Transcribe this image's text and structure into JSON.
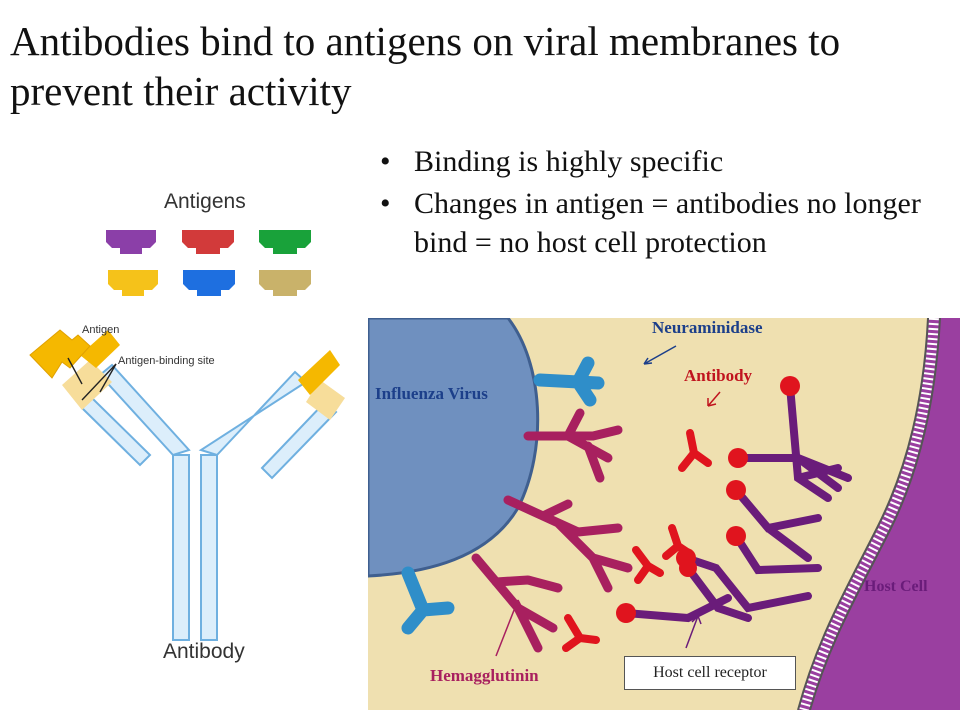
{
  "slide": {
    "title": "Antibodies bind to antigens on viral membranes to prevent their activity",
    "bullets": [
      "Binding is highly specific",
      "Changes in antigen = antibodies no longer bind = no host cell protection"
    ],
    "bullet_symbol": "•"
  },
  "antibody_diagram": {
    "antigens_label": "Antigens",
    "antigen_label": "Antigen",
    "binding_site_label": "Antigen-binding site",
    "antibody_label": "Antibody",
    "antigen_colors": [
      "#8b3fa8",
      "#d23a3a",
      "#19a23a",
      "#f5c21a",
      "#1e6fe0",
      "#c9b26a"
    ]
  },
  "flu_diagram": {
    "neuraminidase_label": "Neuraminidase",
    "antibody_label": "Antibody",
    "virus_label": "Influenza Virus",
    "host_cell_label": "Host Cell",
    "hemagglutinin_label": "Hemagglutinin",
    "receptor_label": "Host cell receptor",
    "colors": {
      "background": "#efe0b0",
      "virus": "#6f90bf",
      "neuraminidase": "#2f8ec9",
      "hemagglutinin": "#a8205f",
      "antibody": "#e0141e",
      "host_cell": "#9a3fa0",
      "receptor": "#6a1c7a",
      "label_blue": "#1c3f8a",
      "label_red": "#c0141e",
      "label_magenta": "#a8205f",
      "label_purple": "#6a1c7a"
    }
  }
}
